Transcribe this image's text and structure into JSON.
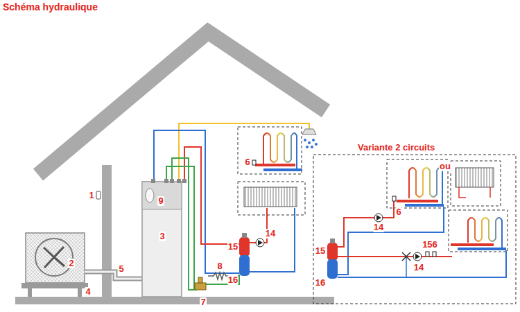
{
  "diagram": {
    "title": "Schéma hydraulique",
    "nodes": [
      {
        "text": [
          "Variante 2 circuits"
        ]
      }
    ],
    "labels": [
      "1",
      "2",
      "3",
      "4",
      "5",
      "6",
      "7",
      "8",
      "9",
      "14",
      "15",
      "16",
      "ou",
      "6",
      "14",
      "15",
      "156",
      "14",
      "16"
    ]
  }
}
